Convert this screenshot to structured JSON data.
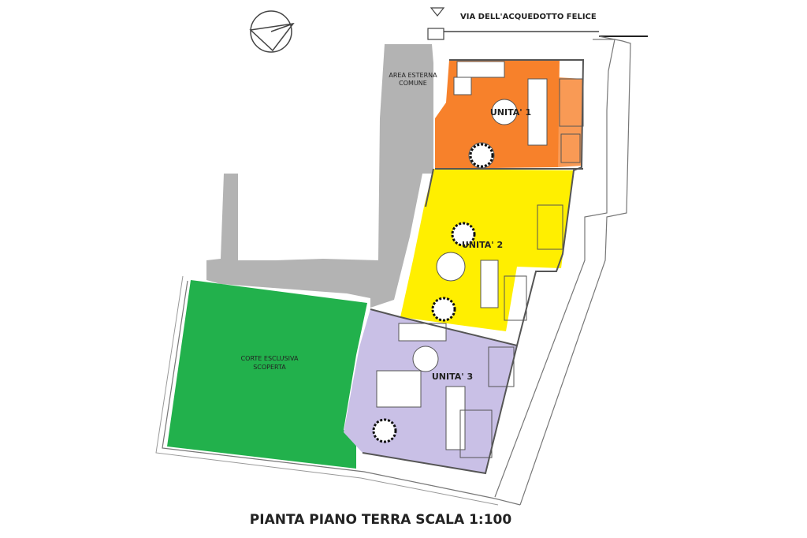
{
  "street": {
    "name": "VIA DELL'ACQUEDOTTO FELICE"
  },
  "areas": {
    "area_esterna_line1": "AREA ESTERNA",
    "area_esterna_line2": "COMUNE",
    "corte_line1": "CORTE ESCLUSIVA",
    "corte_line2": "SCOPERTA"
  },
  "units": [
    {
      "label": "UNITA' 1",
      "color": "#f7812b"
    },
    {
      "label": "UNITA' 2",
      "color": "#ffef00"
    },
    {
      "label": "UNITA' 3",
      "color": "#c9c0e6"
    }
  ],
  "colors": {
    "common_area": "#b3b3b3",
    "garden": "#22b14c",
    "walls": "#555555"
  },
  "title": "PIANTA PIANO TERRA SCALA 1:100"
}
